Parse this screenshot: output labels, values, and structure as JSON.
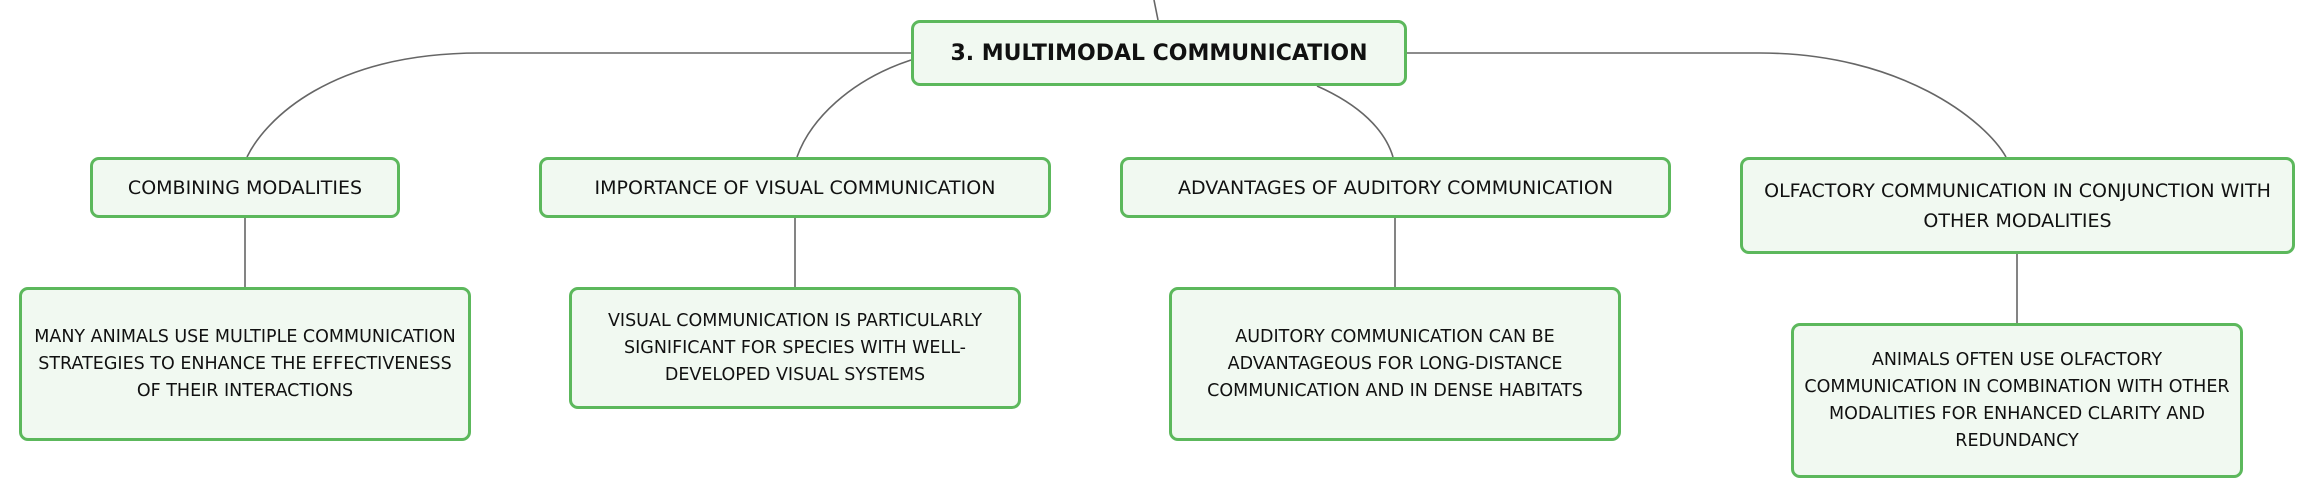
{
  "root": {
    "label": "3. MULTIMODAL COMMUNICATION"
  },
  "branches": [
    {
      "label": "COMBINING MODALITIES",
      "detail": "MANY ANIMALS USE MULTIPLE COMMUNICATION STRATEGIES TO ENHANCE THE EFFECTIVENESS OF THEIR INTERACTIONS"
    },
    {
      "label": "IMPORTANCE OF VISUAL COMMUNICATION",
      "detail": "VISUAL COMMUNICATION IS PARTICULARLY SIGNIFICANT FOR SPECIES WITH WELL-DEVELOPED VISUAL SYSTEMS"
    },
    {
      "label": "ADVANTAGES OF AUDITORY COMMUNICATION",
      "detail": "AUDITORY COMMUNICATION CAN BE ADVANTAGEOUS FOR LONG-DISTANCE COMMUNICATION AND IN DENSE HABITATS"
    },
    {
      "label": "OLFACTORY COMMUNICATION IN CONJUNCTION WITH OTHER MODALITIES",
      "detail": "ANIMALS OFTEN USE OLFACTORY COMMUNICATION IN COMBINATION WITH OTHER MODALITIES FOR ENHANCED CLARITY AND REDUNDANCY"
    }
  ],
  "colors": {
    "border": "#5cb85c",
    "fill": "#f1f9f1",
    "connector": "#666666"
  }
}
